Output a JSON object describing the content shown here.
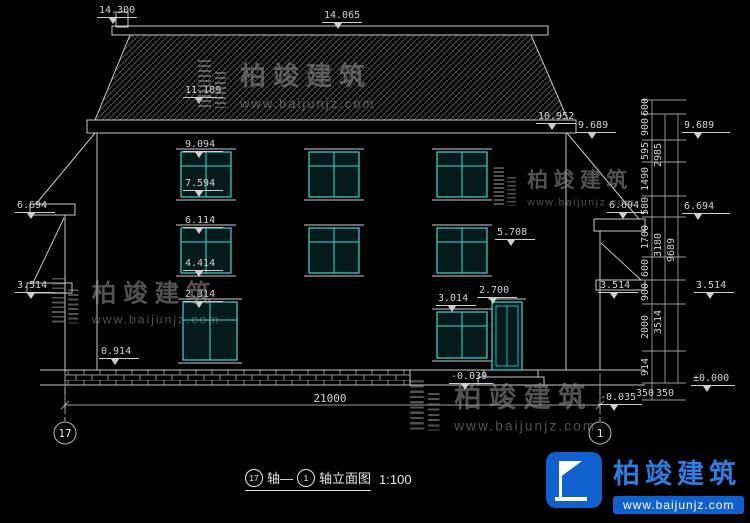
{
  "watermark": {
    "brand": "柏竣建筑",
    "url": "www.baijunjz.com"
  },
  "brand": {
    "name": "柏竣建筑",
    "url": "www.baijunjz.com"
  },
  "title": {
    "axis_start": "17",
    "connector": "轴—",
    "axis_end": "1",
    "name": "轴立面图",
    "scale": "1:100"
  },
  "axis_bubbles": {
    "left": "17",
    "right": "1"
  },
  "elevations": [
    "14.300",
    "14.065",
    "11.189",
    "10.952",
    "9.689",
    "9.689",
    "9.094",
    "7.594",
    "6.694",
    "6.114",
    "5.708",
    "6.694",
    "6.694",
    "4.414",
    "3.514",
    "2.314",
    "3.014",
    "2.700",
    "3.514",
    "3.514",
    "0.914",
    "-0.039",
    "-0.035",
    "±0.000"
  ],
  "dims": {
    "bottom_total": "21000",
    "right_inner": [
      "600",
      "900",
      "595",
      "1490",
      "580",
      "1700",
      "600",
      "900",
      "2000",
      "914"
    ],
    "right_mid": [
      "2985",
      "3180",
      "3514"
    ],
    "right_total": "9689",
    "right_bottom": [
      "350",
      "350"
    ]
  }
}
